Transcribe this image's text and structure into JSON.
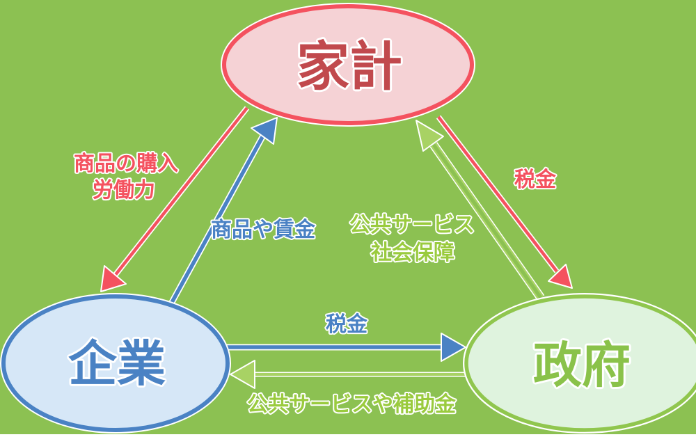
{
  "canvas": {
    "background_color": "#8cc152"
  },
  "nodes": {
    "household": {
      "label": "家計",
      "fill": "#f5d2d5",
      "stroke": "#f4525f",
      "text_color": "#c1494d"
    },
    "company": {
      "label": "企業",
      "fill": "#d6e7f7",
      "stroke": "#4a82c4",
      "text_color": "#4a82c4"
    },
    "government": {
      "label": "政府",
      "fill": "#dff3de",
      "stroke": "#90c64e",
      "text_color": "#8ac24a"
    }
  },
  "flows": {
    "household_to_company": {
      "from": "household",
      "to": "company",
      "label_line1": "商品の購入",
      "label_line2": "労働力",
      "color": "#f4525f"
    },
    "company_to_household": {
      "from": "company",
      "to": "household",
      "label": "商品や賃金",
      "color": "#4a82c4"
    },
    "household_to_government": {
      "from": "household",
      "to": "government",
      "label": "税金",
      "color": "#f4525f"
    },
    "government_to_household": {
      "from": "government",
      "to": "household",
      "label_line1": "公共サービス",
      "label_line2": "社会保障",
      "color": "#9acb3e",
      "arrow_color": "#a8d264"
    },
    "company_to_government": {
      "from": "company",
      "to": "government",
      "label": "税金",
      "color": "#4a82c4"
    },
    "government_to_company": {
      "from": "government",
      "to": "company",
      "label": "公共サービスや補助金",
      "color": "#9acb3e",
      "arrow_color": "#a8d264"
    }
  }
}
